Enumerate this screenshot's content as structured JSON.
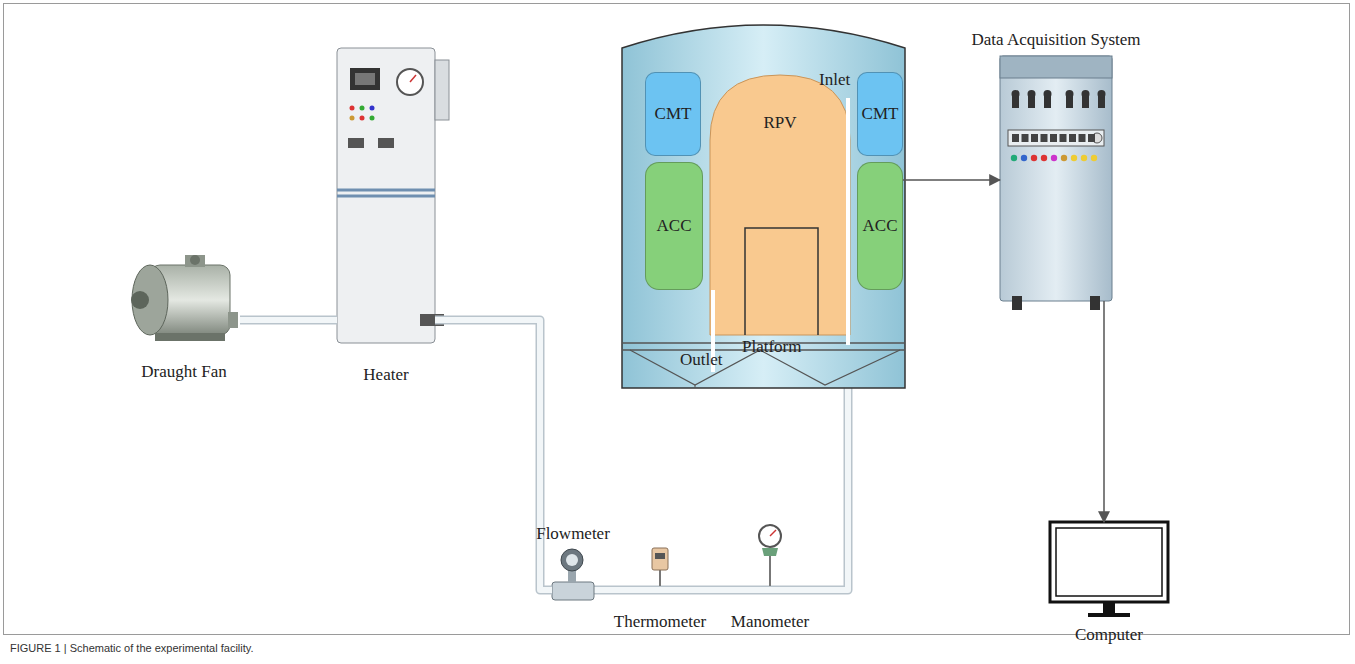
{
  "diagram": {
    "caption": "FIGURE 1 | Schematic of the experimental facility.",
    "nodes": [
      {
        "text": [
          "Draught Fan"
        ]
      },
      {
        "text": [
          "Heater"
        ]
      },
      {
        "text": [
          "Flowmeter"
        ]
      },
      {
        "text": [
          "Thermometer"
        ]
      },
      {
        "text": [
          "Manometer"
        ]
      },
      {
        "text": [
          "CMT"
        ]
      },
      {
        "text": [
          "ACC"
        ]
      },
      {
        "text": [
          "RPV"
        ]
      },
      {
        "text": [
          "CMT"
        ]
      },
      {
        "text": [
          "ACC"
        ]
      },
      {
        "text": [
          "Data Acquisition System"
        ]
      },
      {
        "text": [
          "Computer"
        ]
      }
    ],
    "edges": [
      {
        "from": 0,
        "to": 1,
        "arrow": "none"
      },
      {
        "from": 1,
        "to": 2,
        "arrow": "none"
      },
      {
        "from": 9,
        "to": 10,
        "arrow": "to"
      },
      {
        "from": 10,
        "to": 11,
        "arrow": "to"
      }
    ],
    "labels": [
      "Inlet",
      "Outlet",
      "Platform"
    ]
  }
}
